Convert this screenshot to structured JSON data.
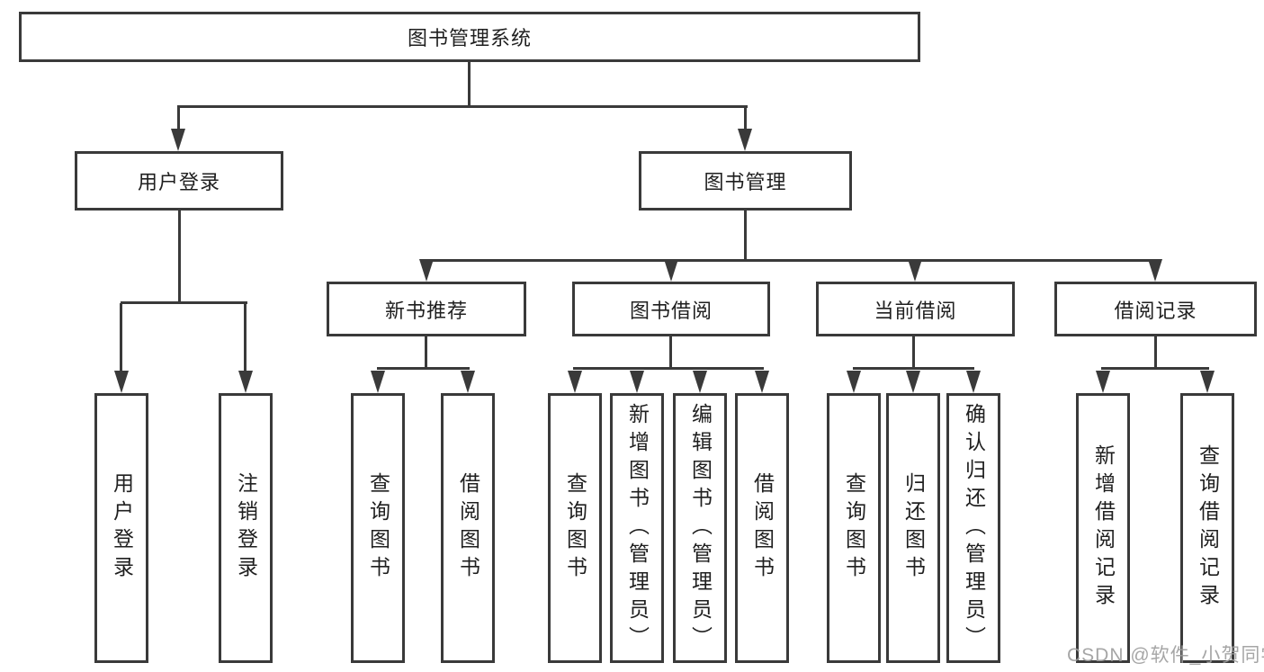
{
  "nodes": {
    "root": "图书管理系统",
    "level2": [
      "用户登录",
      "图书管理"
    ],
    "level3": [
      "新书推荐",
      "图书借阅",
      "当前借阅",
      "借阅记录"
    ],
    "leaves": [
      "用户登录",
      "注销登录",
      "查询图书",
      "借阅图书",
      "查询图书",
      "新增图书（管理员）",
      "编辑图书（管理员）",
      "借阅图书",
      "查询图书",
      "归还图书",
      "确认归还（管理员）",
      "新增借阅记录",
      "查询借阅记录"
    ]
  },
  "hierarchy": {
    "label": "图书管理系统",
    "children": [
      {
        "label": "用户登录",
        "children": [
          {
            "label": "用户登录"
          },
          {
            "label": "注销登录"
          }
        ]
      },
      {
        "label": "图书管理",
        "children": [
          {
            "label": "新书推荐",
            "children": [
              {
                "label": "查询图书"
              },
              {
                "label": "借阅图书"
              }
            ]
          },
          {
            "label": "图书借阅",
            "children": [
              {
                "label": "查询图书"
              },
              {
                "label": "新增图书（管理员）"
              },
              {
                "label": "编辑图书（管理员）"
              },
              {
                "label": "借阅图书"
              }
            ]
          },
          {
            "label": "当前借阅",
            "children": [
              {
                "label": "查询图书"
              },
              {
                "label": "归还图书"
              },
              {
                "label": "确认归还（管理员）"
              }
            ]
          },
          {
            "label": "借阅记录",
            "children": [
              {
                "label": "新增借阅记录"
              },
              {
                "label": "查询借阅记录"
              }
            ]
          }
        ]
      }
    ]
  },
  "watermark": "CSDN @软件_小贺同学",
  "colors": {
    "line": "#3a3a3a",
    "text": "#1f1f1f",
    "watermark": "#9e9e9e",
    "background": "#ffffff"
  }
}
